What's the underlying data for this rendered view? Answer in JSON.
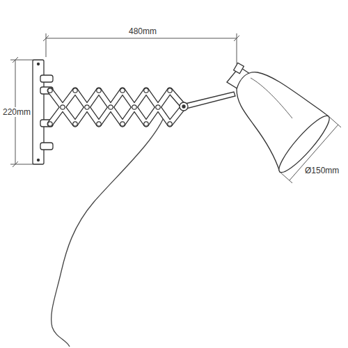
{
  "diagram": {
    "labels": [
      "480mm",
      "220mm",
      "Ø150mm"
    ]
  }
}
